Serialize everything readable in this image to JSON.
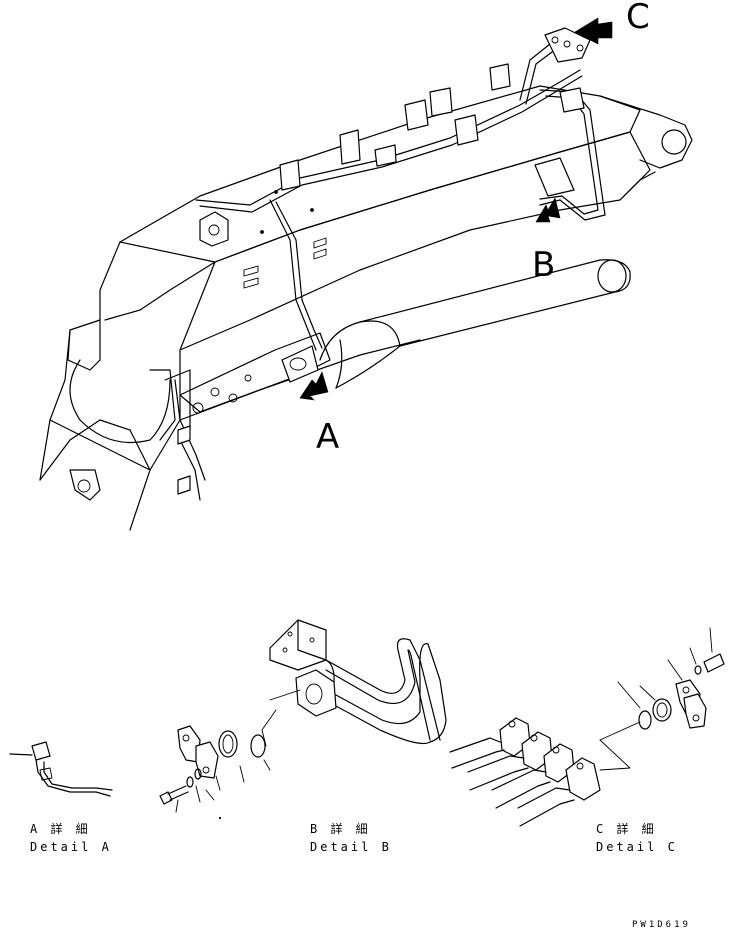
{
  "callouts": {
    "a": "A",
    "b": "B",
    "c": "C"
  },
  "details": {
    "a": {
      "jp": "A 詳 細",
      "en": "Detail A"
    },
    "b": {
      "jp": "B 詳 細",
      "en": "Detail B"
    },
    "c": {
      "jp": "C 詳 細",
      "en": "Detail C"
    }
  },
  "drawing_code": "PW1D619",
  "colors": {
    "line": "#000000",
    "background": "#ffffff"
  }
}
